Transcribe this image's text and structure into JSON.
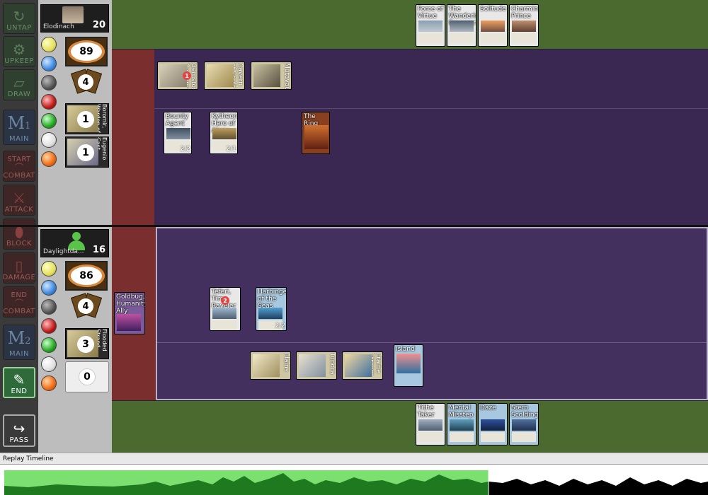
{
  "phases": {
    "untap": "UNTAP",
    "upkeep": "UPKEEP",
    "draw": "DRAW",
    "main1_num": "1",
    "main1_label": "MAIN",
    "start_combat_1": "START",
    "start_combat_2": "COMBAT",
    "attack": "ATTACK",
    "block": "BLOCK",
    "damage": "DAMAGE",
    "end_combat_1": "END",
    "end_combat_2": "COMBAT",
    "main2_num": "2",
    "main2_label": "MAIN",
    "end": "END",
    "pass": "PASS"
  },
  "opponent": {
    "name": "Elodinach",
    "life": "20",
    "library": "89",
    "hand": "4",
    "zone1_count": "1",
    "zone1_text": "Boromir, Warden of the Tower",
    "zone2_count": "1",
    "zone2_text": "Eugenio Cast...",
    "hand_cards": [
      "Force of Virtue",
      "The Wandering Emperor",
      "Solitude",
      "Charming Prince"
    ],
    "lands": [
      "Gemstone Caverns",
      "Cavern of Souls",
      "Mutavault"
    ],
    "badge_1": "1",
    "creatures": [
      {
        "name": "Bounty Agent",
        "pt": "2/2"
      },
      {
        "name": "Kytheon, Hero of Akros",
        "pt": "2/1"
      },
      {
        "name": "The Ring",
        "pt": ""
      }
    ]
  },
  "player": {
    "name": "Daylightda...",
    "life": "16",
    "library": "86",
    "hand": "4",
    "zone1_count": "3",
    "zone1_text": "Flooded Strand",
    "zone2_count": "0",
    "commander": "Goldbug, Humanity's Ally",
    "creatures": [
      {
        "name": "Teferi, Time Raveler",
        "pt": ""
      },
      {
        "name": "Harbinger of the Seas",
        "pt": "2/2"
      }
    ],
    "badge_2": "2",
    "lands": [
      "Plains",
      "Tundra",
      "Prairie Stream"
    ],
    "island": "Island",
    "hand_cards": [
      "Tithe Taker",
      "Mental Misstep",
      "Daze",
      "Stern Scolding"
    ]
  },
  "timeline": {
    "label": "Replay Timeline",
    "played_color": "#7be06f",
    "played_dark": "#1f7a1f",
    "future_color": "#000000"
  }
}
